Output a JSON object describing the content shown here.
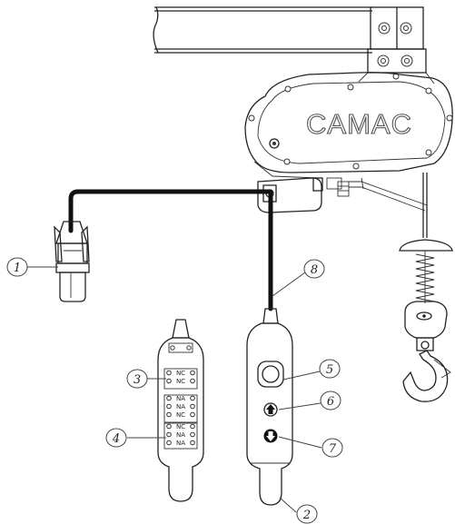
{
  "brand_label": "CAMAC",
  "callouts": [
    {
      "id": "1",
      "label": "1"
    },
    {
      "id": "2",
      "label": "2"
    },
    {
      "id": "3",
      "label": "3"
    },
    {
      "id": "4",
      "label": "4"
    },
    {
      "id": "5",
      "label": "5"
    },
    {
      "id": "6",
      "label": "6"
    },
    {
      "id": "7",
      "label": "7"
    },
    {
      "id": "8",
      "label": "8"
    }
  ],
  "terminal_rows": [
    {
      "group": "a",
      "label": "NC"
    },
    {
      "group": "a",
      "label": "NC"
    },
    {
      "group": "b",
      "label": "NA"
    },
    {
      "group": "b",
      "label": "NA"
    },
    {
      "group": "b",
      "label": "NC"
    },
    {
      "group": "c",
      "label": "NC"
    },
    {
      "group": "c",
      "label": "NA"
    },
    {
      "group": "c",
      "label": "NA"
    }
  ],
  "icons": {
    "up_button": "arrow-up-icon",
    "down_button": "arrow-down-icon"
  }
}
